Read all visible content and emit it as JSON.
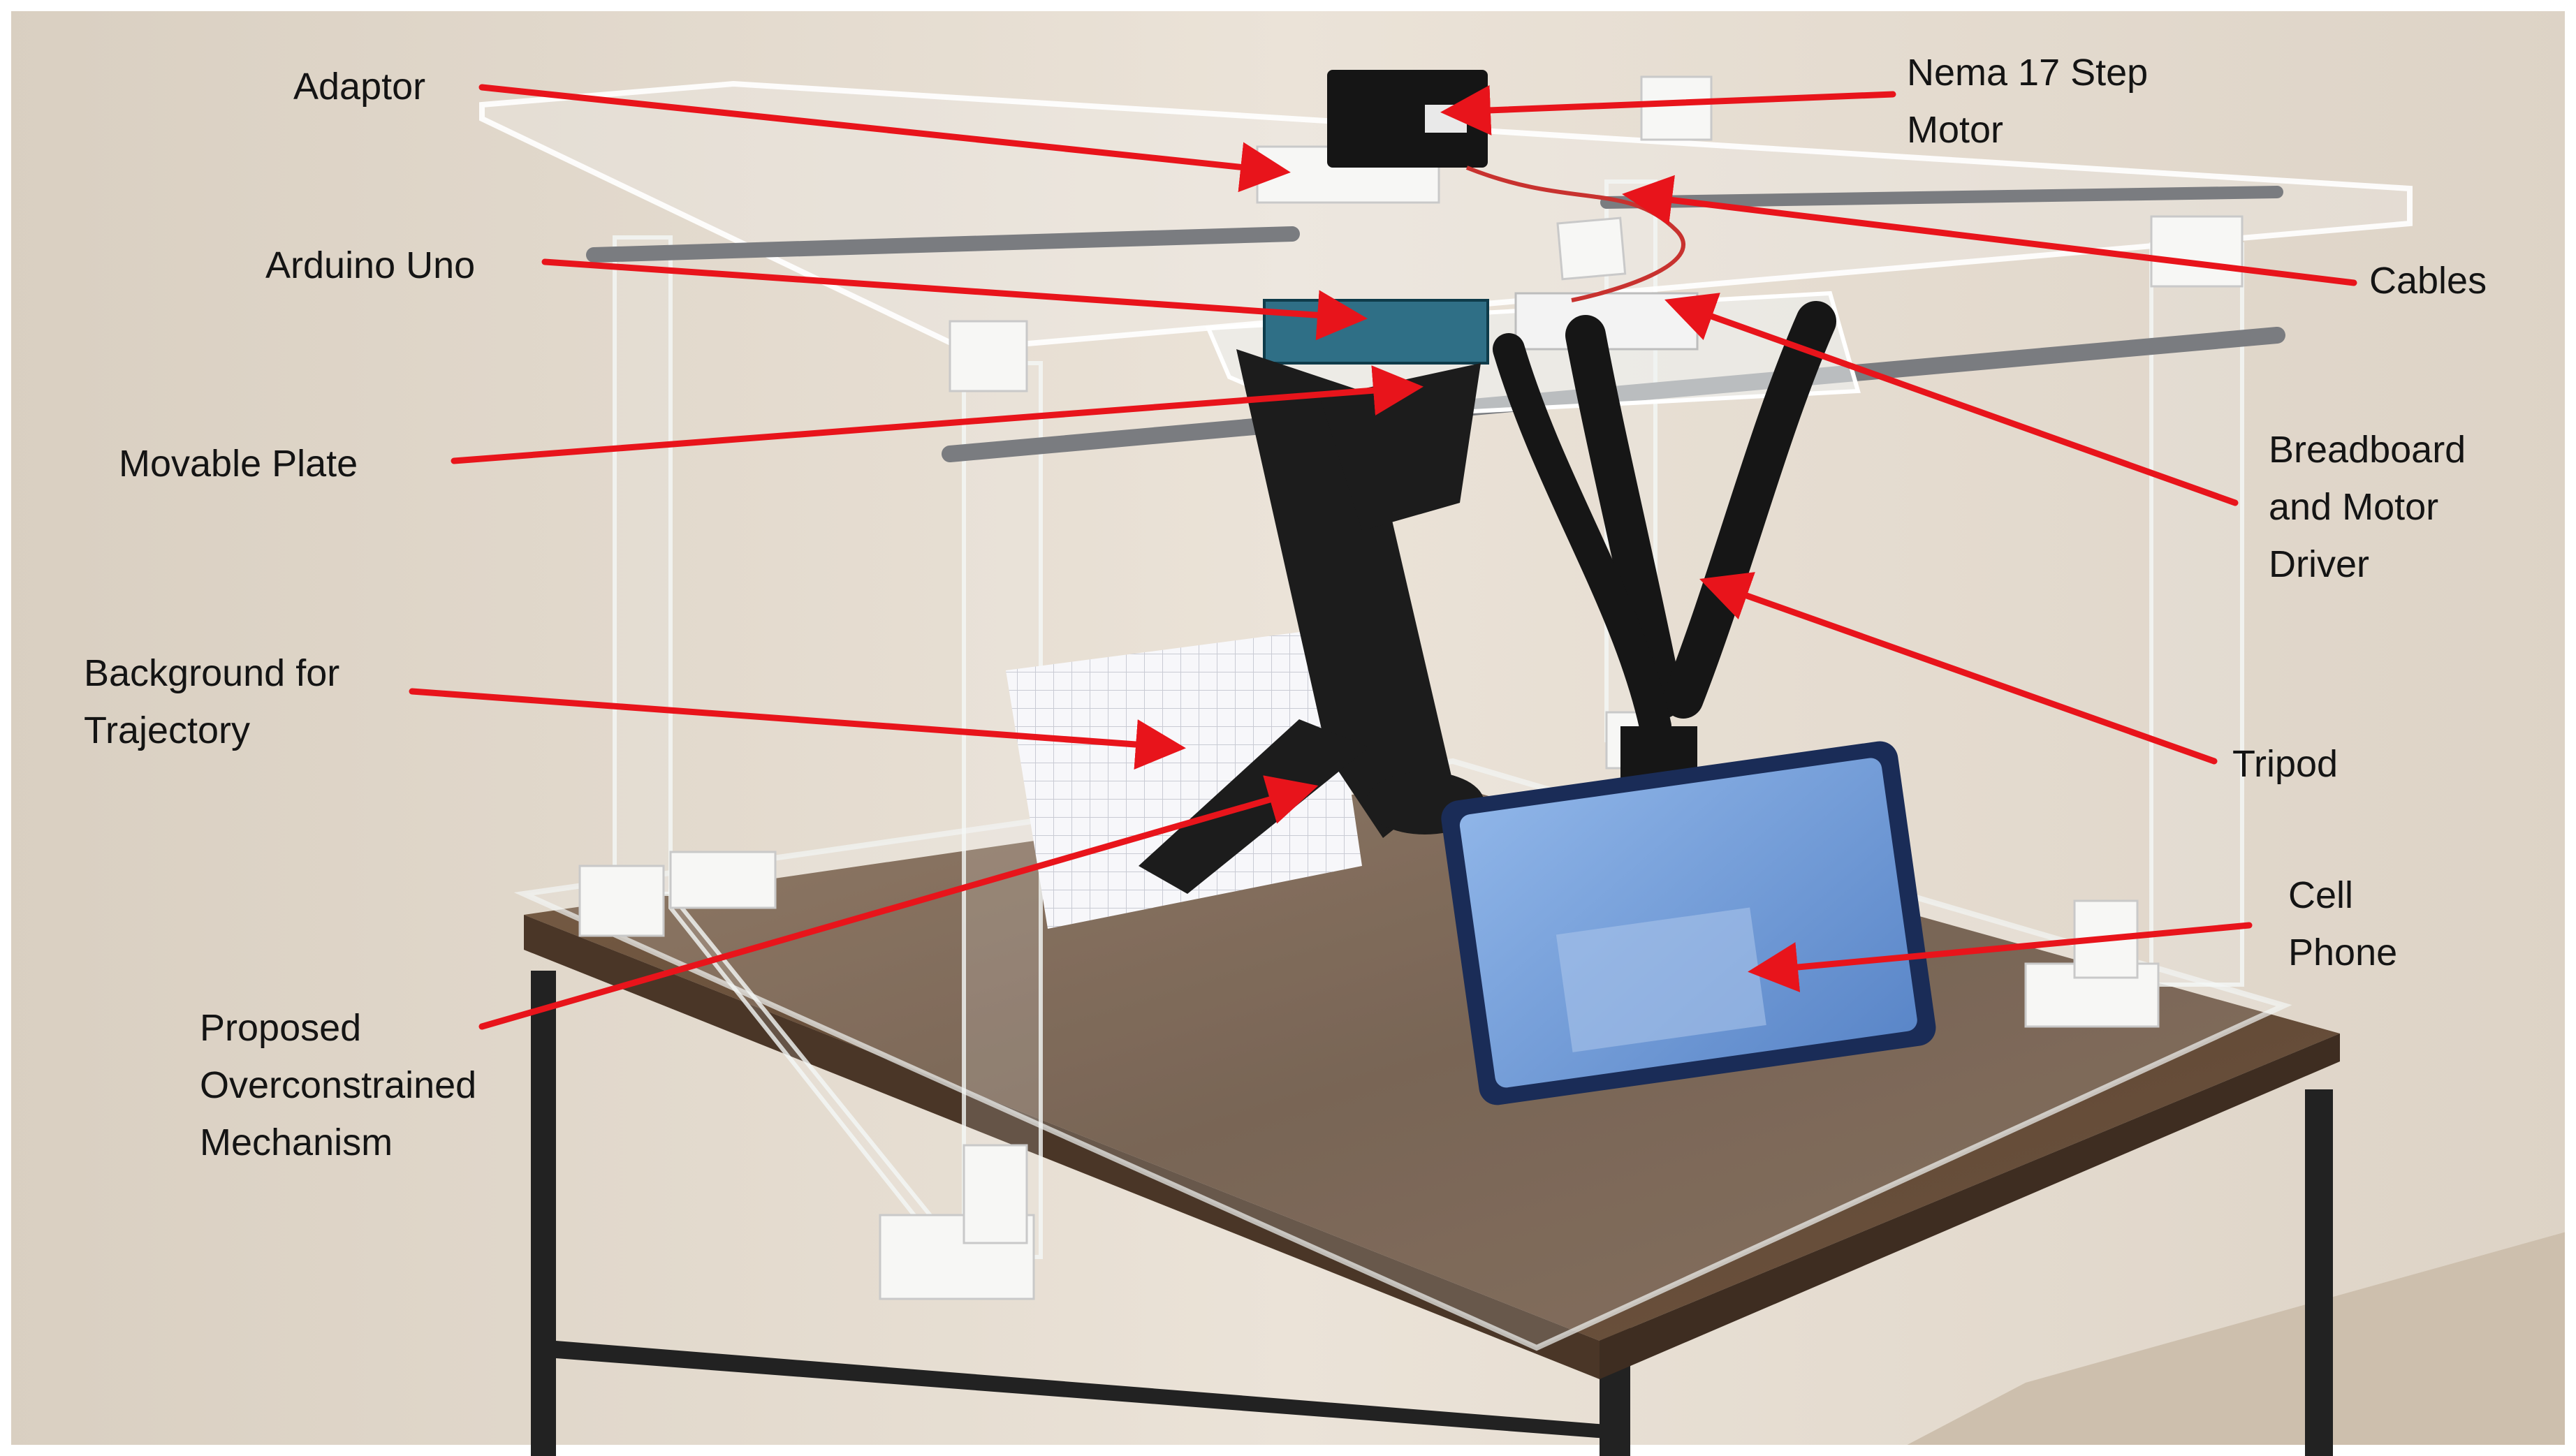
{
  "labels": {
    "adaptor": "Adaptor",
    "motor": [
      "Nema 17 Step",
      "Motor"
    ],
    "arduino": "Arduino Uno",
    "cables": "Cables",
    "movable_plate": "Movable Plate",
    "breadboard": [
      "Breadboard",
      "and Motor",
      "Driver"
    ],
    "background": [
      "Background for",
      "Trajectory"
    ],
    "tripod": "Tripod",
    "phone": [
      "Cell",
      "Phone"
    ],
    "mechanism": [
      "Proposed",
      "Overconstrained",
      "Mechanism"
    ]
  },
  "colors": {
    "annotation": "#e8141b",
    "wall": "#e6ddd0",
    "floor": "#cdbfad",
    "table_top": "#6b523c",
    "table_frame": "#222222",
    "acrylic": "#f2f5f4",
    "bracket": "#f7f7f5",
    "tripod": "#1c1c1c",
    "phone_screen": "#6c9ad8"
  }
}
